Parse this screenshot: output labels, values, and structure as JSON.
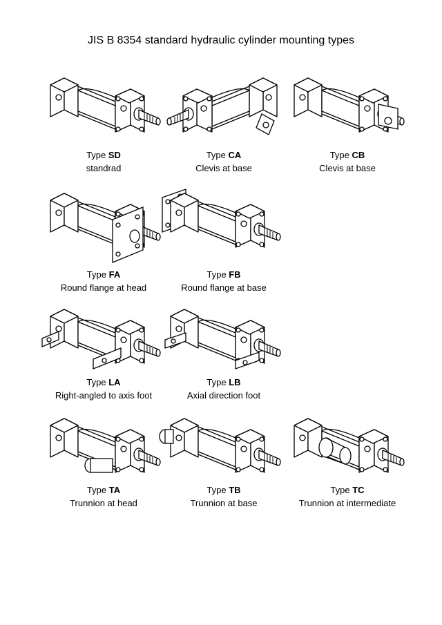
{
  "title": "JIS B 8354 standard hydraulic cylinder mounting types",
  "type_prefix": "Type",
  "items": [
    {
      "code": "SD",
      "desc": "standrad"
    },
    {
      "code": "CA",
      "desc": "Clevis at base"
    },
    {
      "code": "CB",
      "desc": "Clevis at base"
    },
    {
      "code": "FA",
      "desc": "Round flange at head"
    },
    {
      "code": "FB",
      "desc": "Round flange at base"
    },
    {
      "code": "LA",
      "desc": "Right-angled to axis foot"
    },
    {
      "code": "LB",
      "desc": "Axial direction foot"
    },
    {
      "code": "TA",
      "desc": "Trunnion at head"
    },
    {
      "code": "TB",
      "desc": "Trunnion at base"
    },
    {
      "code": "TC",
      "desc": "Trunnion at intermediate"
    }
  ]
}
